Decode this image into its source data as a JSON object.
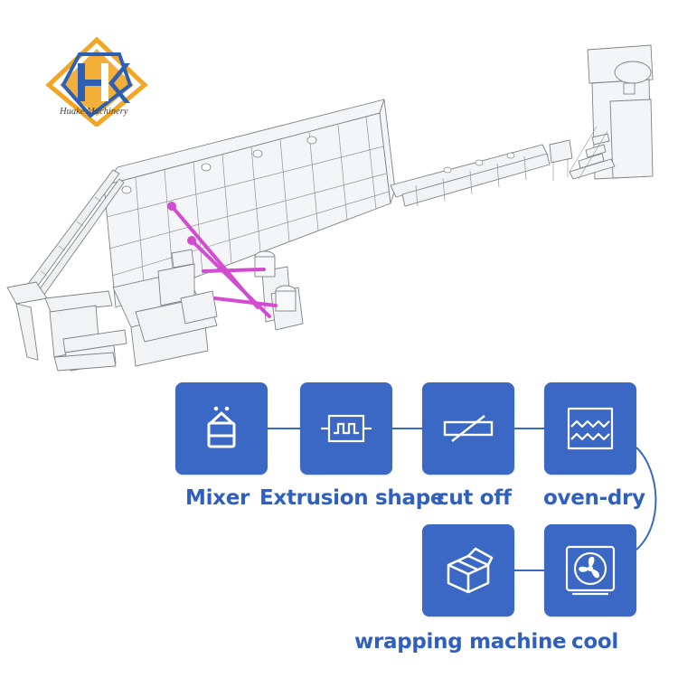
{
  "logo": {
    "text": "Huake Machinery",
    "icon": "hk-diamond-logo",
    "colors": [
      "#f2a623",
      "#2d5fb3"
    ]
  },
  "process": {
    "accent": "#3a68c4",
    "label_color": "#2f5fbf",
    "steps": [
      {
        "label": "Mixer",
        "icon": "mixer-bowl-icon"
      },
      {
        "label": "Extrusion shape",
        "icon": "extrusion-wave-icon"
      },
      {
        "label": "cut off",
        "icon": "cutter-slash-icon"
      },
      {
        "label": "oven-dry",
        "icon": "oven-zigzag-icon"
      },
      {
        "label": "cool",
        "icon": "fan-icon"
      },
      {
        "label": "wrapping machine",
        "icon": "package-box-icon"
      }
    ]
  }
}
